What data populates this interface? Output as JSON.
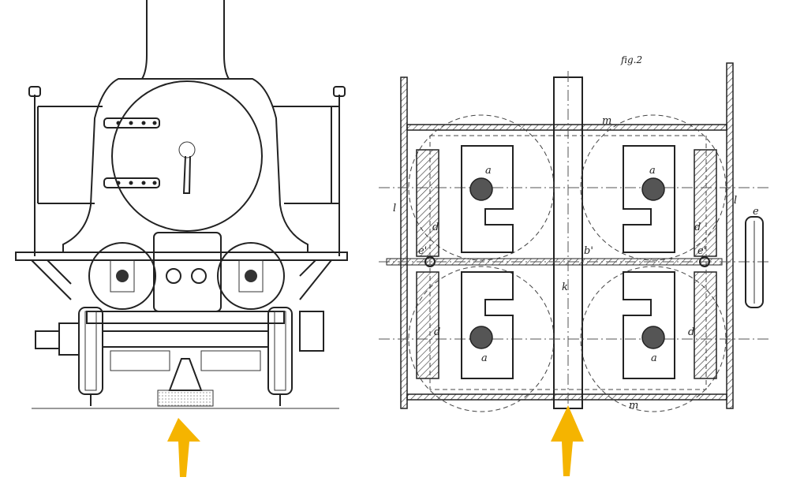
{
  "right_panel": {
    "figure_label": "fig.2",
    "labels": {
      "m_top": "m",
      "m_bottom": "m",
      "a_top_left": "a",
      "a_top_right": "a",
      "a_bottom_left": "a",
      "a_bottom_right": "a",
      "b_prime": "b'",
      "k": "k",
      "l_left": "l",
      "l_right": "l",
      "d_tl": "d",
      "d_tr": "d",
      "d_bl": "d",
      "d_br": "d",
      "e_left": "e'",
      "e_right": "e'",
      "e_pulley": "e"
    }
  },
  "colors": {
    "arrow": "#f5b400",
    "ink": "#222222",
    "paper": "#ffffff"
  }
}
